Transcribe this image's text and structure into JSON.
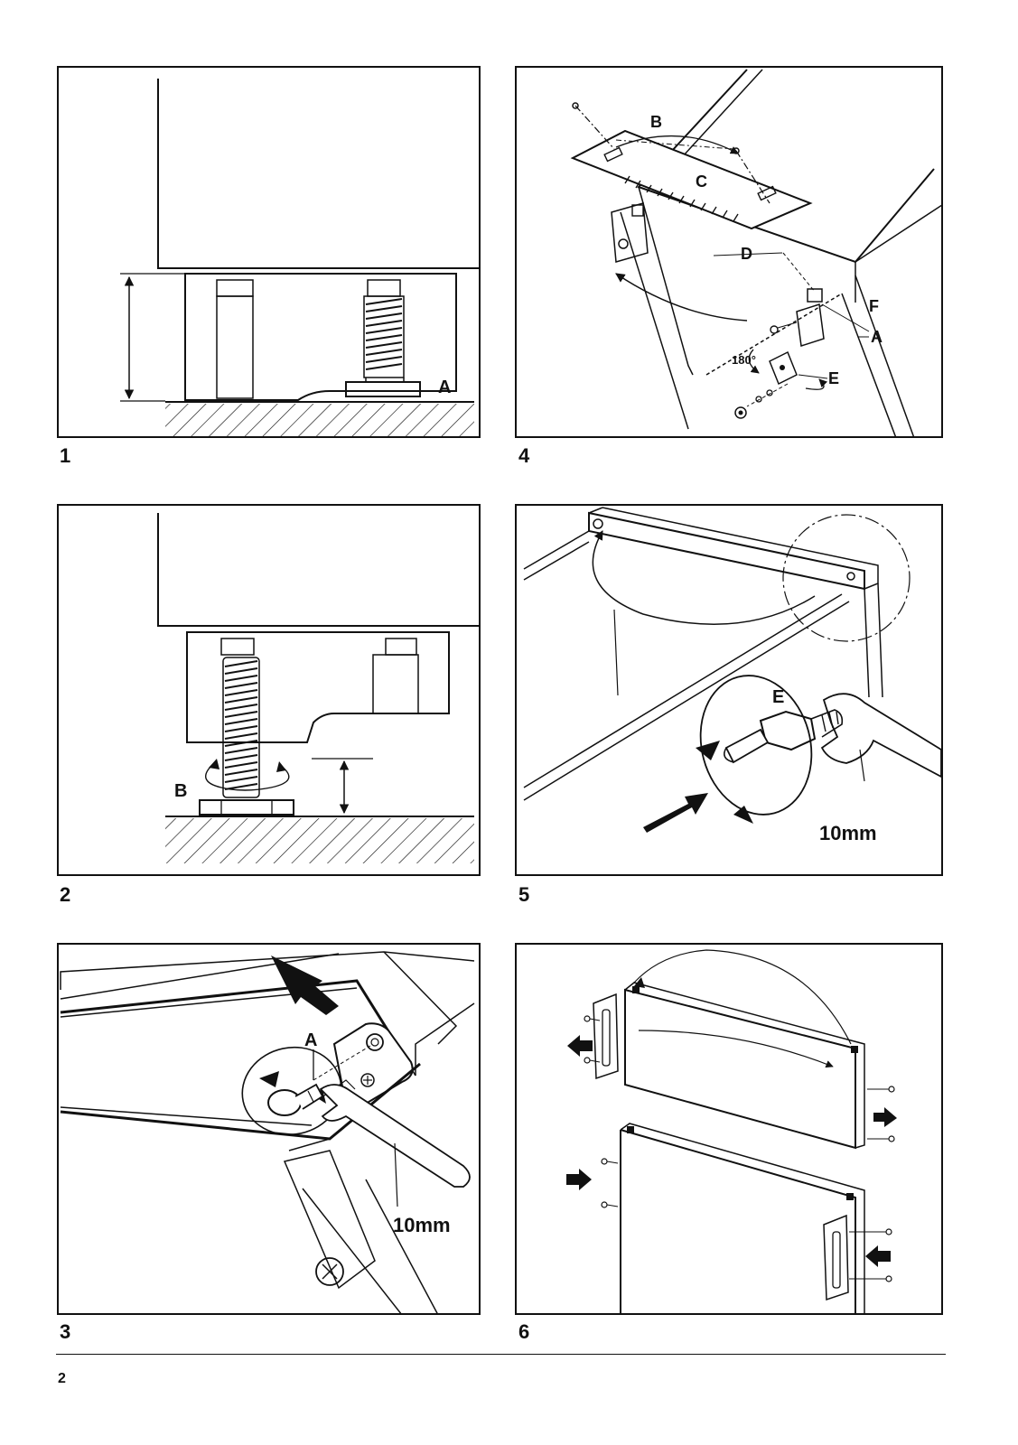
{
  "figures": [
    {
      "number": "1",
      "labels": {
        "a": "A"
      }
    },
    {
      "number": "2",
      "labels": {
        "b": "B"
      }
    },
    {
      "number": "3",
      "labels": {
        "a": "A",
        "wrench": "10mm"
      }
    },
    {
      "number": "4",
      "labels": {
        "a": "A",
        "b": "B",
        "c": "C",
        "d": "D",
        "e": "E",
        "f": "F",
        "angle": "180°"
      }
    },
    {
      "number": "5",
      "labels": {
        "e": "E",
        "wrench": "10mm"
      }
    },
    {
      "number": "6",
      "labels": {}
    }
  ],
  "page_number": "2"
}
